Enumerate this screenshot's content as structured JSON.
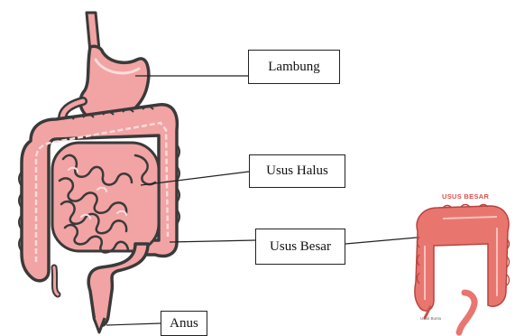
{
  "labels": {
    "stomach": "Lambung",
    "small_intestine": "Usus Halus",
    "large_intestine": "Usus Besar",
    "anus": "Anus"
  },
  "inset": {
    "title": "USUS BESAR",
    "caption": "Usus Buntu"
  },
  "colors": {
    "organ_fill": "#f2a3a3",
    "organ_outline": "#3a3a3a",
    "highlight": "#fbdcdc",
    "inset_red": "#d9534f"
  }
}
